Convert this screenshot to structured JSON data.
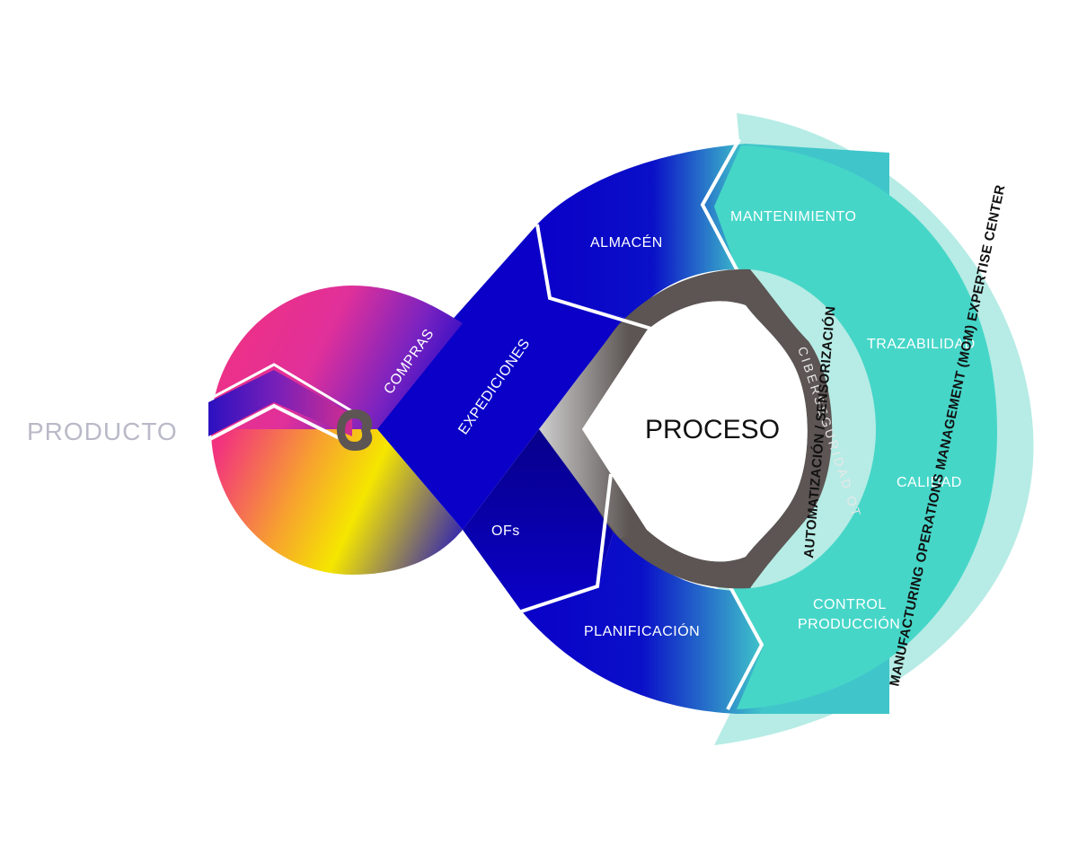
{
  "diagram": {
    "left_label": "PRODUCTO",
    "center_label": "PROCESO",
    "segments": {
      "compras": "COMPRAS",
      "expediciones": "EXPEDICIONES",
      "almacen": "ALMACÉN",
      "ofs": "OFs",
      "planificacion": "PLANIFICACIÓN",
      "mantenimiento": "MANTENIMIENTO",
      "trazabilidad": "TRAZABILIDAD",
      "calidad": "CALIDAD",
      "control_produccion_1": "CONTROL",
      "control_produccion_2": "PRODUCCIÓN"
    },
    "inner_rings": {
      "ciberseguridad": "CIBERSEGURIDAD OT",
      "automatizacion": "AUTOMATIZACIÓN / SENSORIZACIÓN"
    },
    "outer_band": "MANUFACTURING OPERATIONS MANAGEMENT (MOM) EXPERTISE CENTER",
    "colors": {
      "blue": "#0a00c8",
      "teal": "#46d6c8",
      "light_teal": "#b6ece5",
      "gray": "#5c5553",
      "magenta": "#f2317f",
      "yellow": "#f5e600"
    }
  }
}
